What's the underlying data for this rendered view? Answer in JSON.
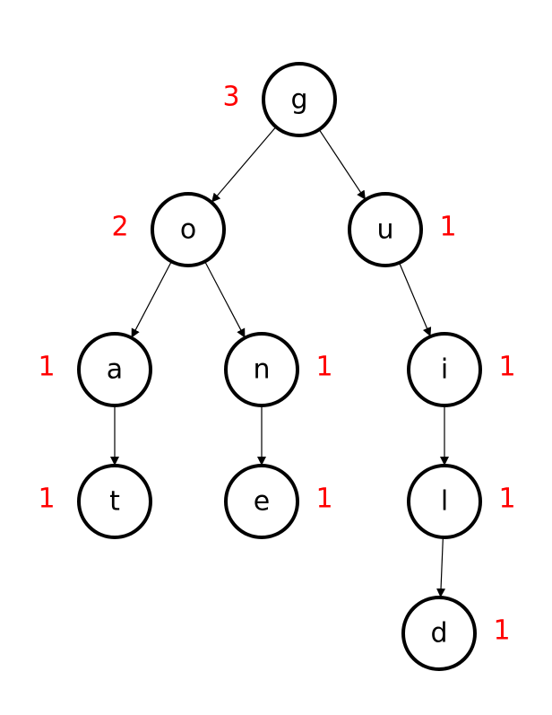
{
  "diagram": {
    "type": "trie",
    "colors": {
      "node_stroke": "#000000",
      "node_fill": "#ffffff",
      "letter": "#000000",
      "count": "#ff0000",
      "edge": "#000000"
    },
    "nodes": [
      {
        "id": "g",
        "letter": "g",
        "count": "3"
      },
      {
        "id": "o",
        "letter": "o",
        "count": "2"
      },
      {
        "id": "u",
        "letter": "u",
        "count": "1"
      },
      {
        "id": "a",
        "letter": "a",
        "count": "1"
      },
      {
        "id": "n",
        "letter": "n",
        "count": "1"
      },
      {
        "id": "i",
        "letter": "i",
        "count": "1"
      },
      {
        "id": "t",
        "letter": "t",
        "count": "1"
      },
      {
        "id": "e",
        "letter": "e",
        "count": "1"
      },
      {
        "id": "l",
        "letter": "l",
        "count": "1"
      },
      {
        "id": "d",
        "letter": "d",
        "count": "1"
      }
    ],
    "edges": [
      {
        "from": "g",
        "to": "o"
      },
      {
        "from": "g",
        "to": "u"
      },
      {
        "from": "o",
        "to": "a"
      },
      {
        "from": "o",
        "to": "n"
      },
      {
        "from": "u",
        "to": "i"
      },
      {
        "from": "a",
        "to": "t"
      },
      {
        "from": "n",
        "to": "e"
      },
      {
        "from": "i",
        "to": "l"
      },
      {
        "from": "l",
        "to": "d"
      }
    ]
  }
}
